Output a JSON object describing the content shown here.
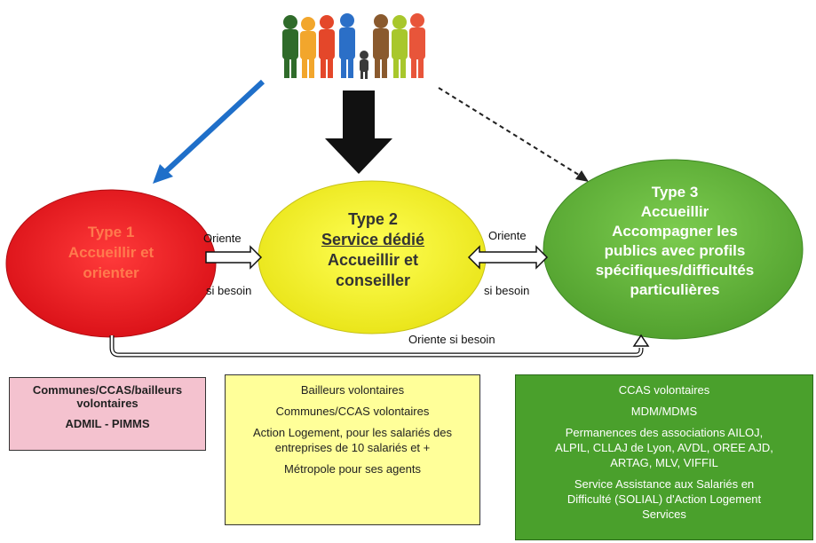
{
  "type1": {
    "title": "Type 1",
    "line1": "Accueillir et",
    "line2": "orienter"
  },
  "type2": {
    "title": "Type 2",
    "subtitle": "Service dédié",
    "line1": "Accueillir et",
    "line2": "conseiller"
  },
  "type3": {
    "title": "Type 3",
    "lines": [
      "Accueillir",
      "Accompagner les",
      "publics avec profils",
      "spécifiques/difficultés",
      "particulières"
    ]
  },
  "labels": {
    "oriente_1": "Oriente",
    "si_besoin_1": "si besoin",
    "oriente_2": "Oriente",
    "si_besoin_2": "si besoin",
    "oriente_si_besoin": "Oriente si besoin"
  },
  "box1": {
    "line1": "Communes/CCAS/bailleurs",
    "line2": "volontaires",
    "line3": "ADMIL -  PIMMS"
  },
  "box2": {
    "items": [
      "Bailleurs volontaires",
      "Communes/CCAS volontaires",
      "Action Logement, pour les salariés des",
      "entreprises de 10 salariés et +",
      "Métropole pour ses agents"
    ]
  },
  "box3": {
    "items": [
      "CCAS volontaires",
      "MDM/MDMS",
      "Permanences des associations AILOJ,",
      "ALPIL, CLLAJ de Lyon, AVDL, OREE AJD,",
      "ARTAG, MLV, VIFFIL",
      "Service Assistance aux Salariés en",
      "Difficulté (SOLIAL) d'Action Logement",
      "Services"
    ]
  },
  "colors": {
    "type1": "#e8141c",
    "type2": "#f2ee1a",
    "type3": "#5fb33a",
    "arrow_blue": "#1f6fc9"
  }
}
